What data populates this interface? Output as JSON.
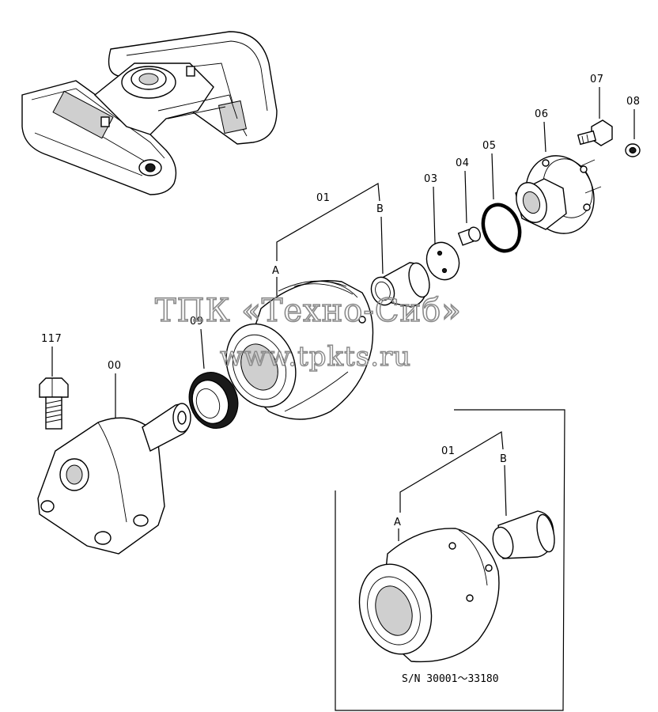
{
  "diagram": {
    "watermark": {
      "line1": "ТПК «Техно-Сиб»",
      "line2": "www.tpkts.ru"
    },
    "callouts": {
      "p00": "00",
      "p01": "01",
      "p01_inset": "01",
      "p03": "03",
      "p04": "04",
      "p05": "05",
      "p06": "06",
      "p07": "07",
      "p08": "08",
      "p09": "09",
      "p117": "117",
      "a": "A",
      "b": "B",
      "a_inset": "A",
      "b_inset": "B"
    },
    "inset_note": "S/N 30001～33180"
  }
}
